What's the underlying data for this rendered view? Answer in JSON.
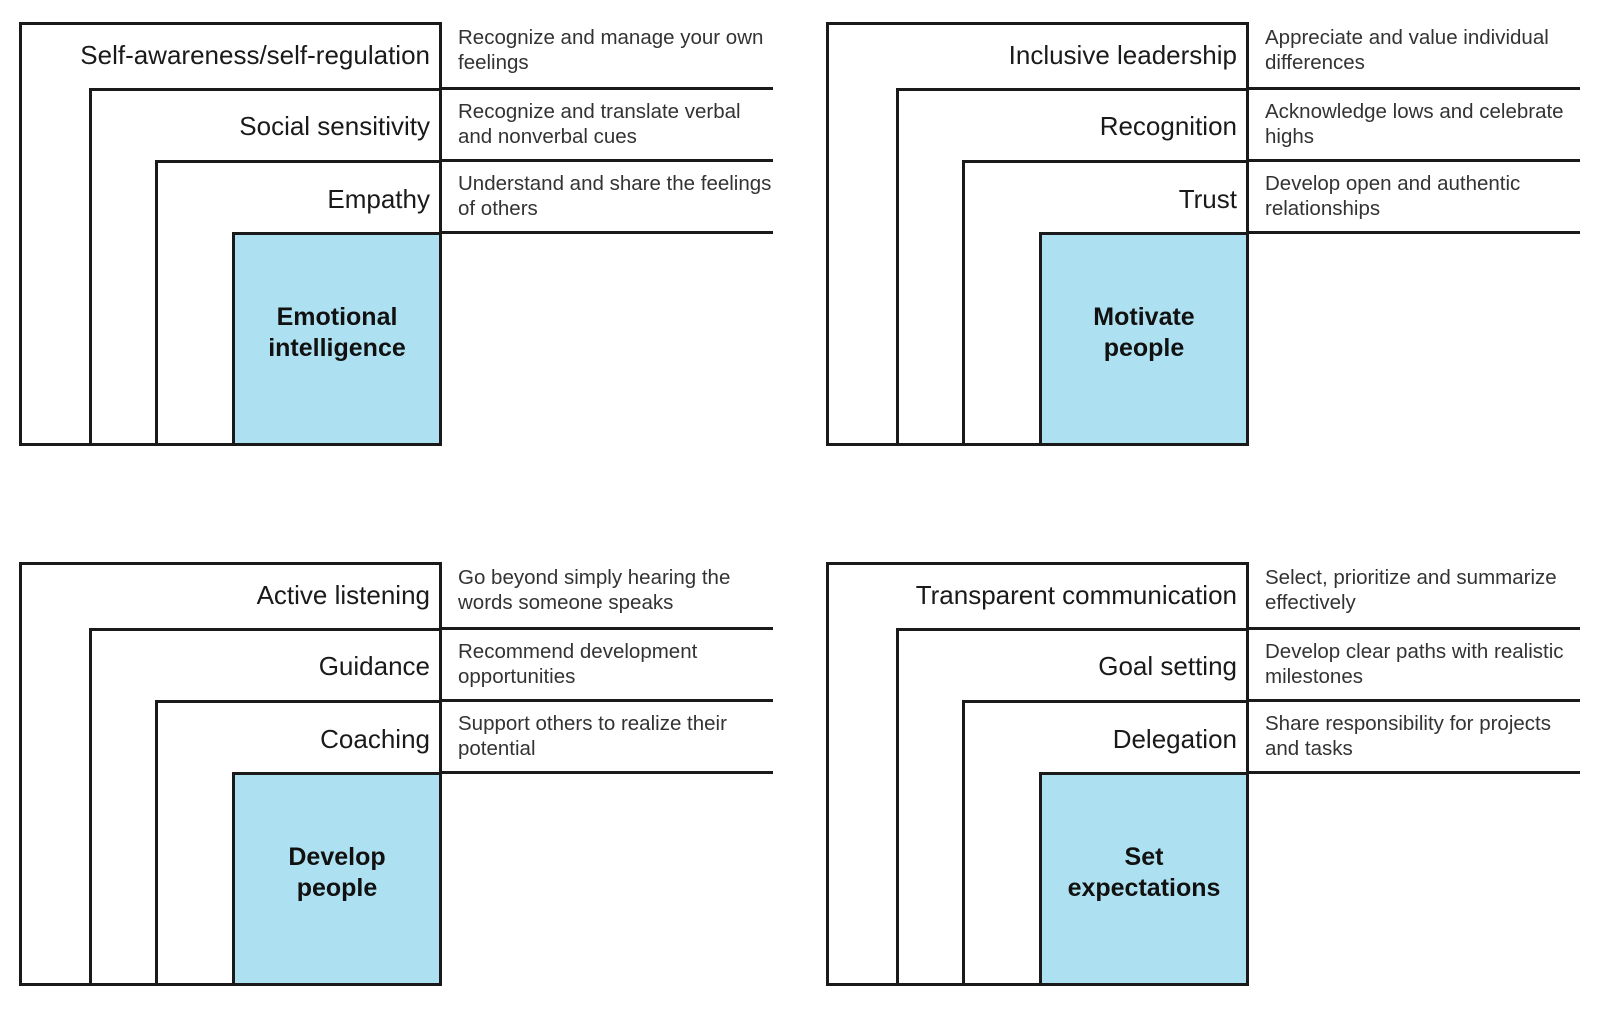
{
  "figure": {
    "type": "nested-box-layers",
    "accent_color": "#ade1f1",
    "line_color": "#1a1a1a",
    "label_color": "#1a1a1a",
    "description_color": "#333333",
    "layer_count_per_panel": 4
  },
  "panels": [
    {
      "core": "Emotional\nintelligence",
      "core_line1": "Emotional",
      "core_line2": "intelligence",
      "rows": [
        {
          "label": "Self-awareness/self-regulation",
          "description": "Recognize and manage your own feelings"
        },
        {
          "label": "Social sensitivity",
          "description": "Recognize and translate verbal and nonverbal cues"
        },
        {
          "label": "Empathy",
          "description": "Understand and share the feelings of others"
        }
      ]
    },
    {
      "core": "Motivate people",
      "core_line1": "Motivate",
      "core_line2": "people",
      "rows": [
        {
          "label": "Inclusive leadership",
          "description": "Appreciate and value individual differences"
        },
        {
          "label": "Recognition",
          "description": "Acknowledge lows and celebrate highs"
        },
        {
          "label": "Trust",
          "description": "Develop open and authentic relationships"
        }
      ]
    },
    {
      "core": "Develop people",
      "core_line1": "Develop",
      "core_line2": "people",
      "rows": [
        {
          "label": "Active listening",
          "description": "Go beyond simply hearing the words someone speaks"
        },
        {
          "label": "Guidance",
          "description": "Recommend development opportunities"
        },
        {
          "label": "Coaching",
          "description": "Support others to realize their potential"
        }
      ]
    },
    {
      "core": "Set expectations",
      "core_line1": "Set",
      "core_line2": "expectations",
      "rows": [
        {
          "label": "Transparent communication",
          "description": "Select, prioritize and summarize effectively"
        },
        {
          "label": "Goal setting",
          "description": "Develop clear paths with realistic milestones"
        },
        {
          "label": "Delegation",
          "description": "Share responsibility for projects and tasks"
        }
      ]
    }
  ]
}
